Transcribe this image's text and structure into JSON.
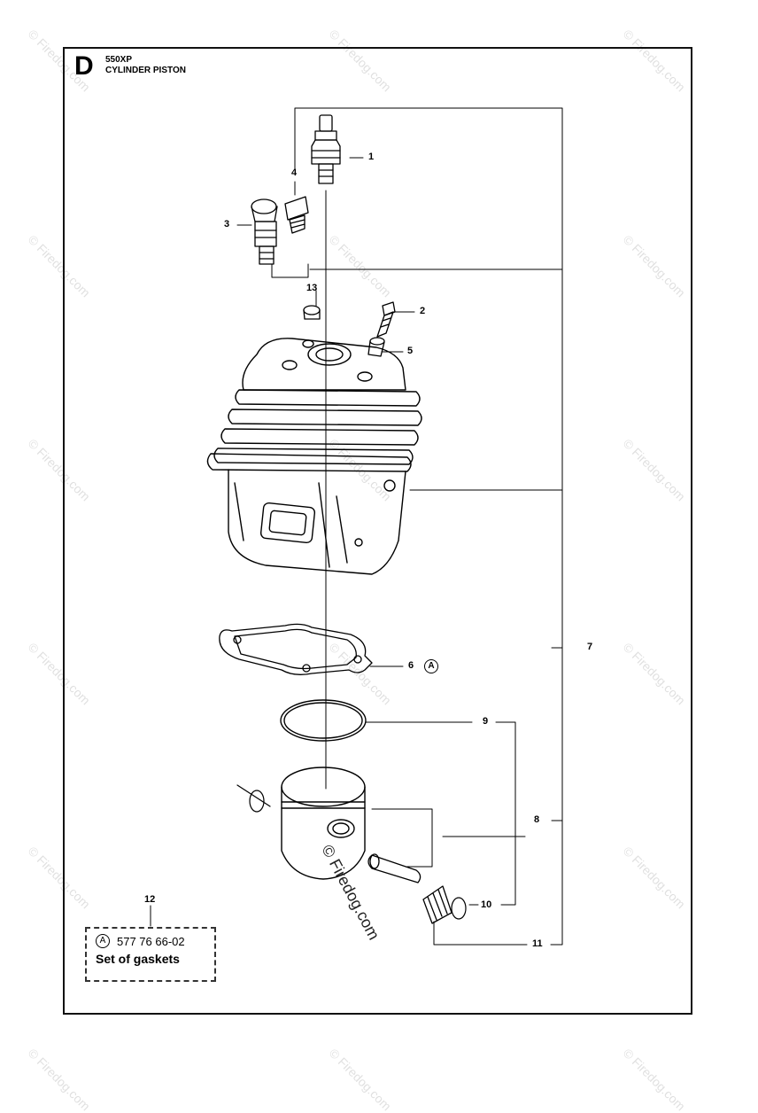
{
  "header": {
    "section_letter": "D",
    "model": "550XP",
    "title": "CYLINDER PISTON"
  },
  "callouts": {
    "c1": "1",
    "c2": "2",
    "c3": "3",
    "c4": "4",
    "c5": "5",
    "c6": "6",
    "c7": "7",
    "c8": "8",
    "c9": "9",
    "c10": "10",
    "c11": "11",
    "c12": "12",
    "c13": "13"
  },
  "markers": {
    "kit_marker": "A"
  },
  "kit": {
    "marker": "A",
    "part_number": "577 76 66-02",
    "label": "Set of gaskets"
  },
  "watermark": {
    "text": "© Firedog.com"
  }
}
